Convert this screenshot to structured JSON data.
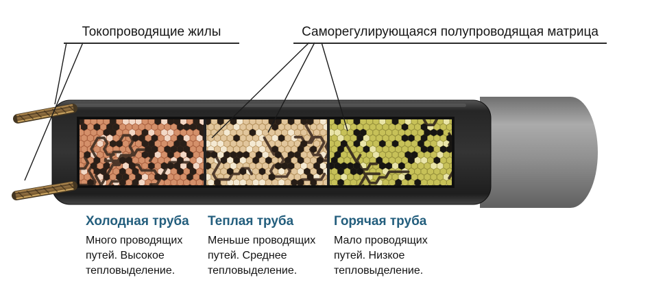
{
  "labels": {
    "cores": "Токопроводящие жилы",
    "matrix": "Саморегулирующаяся полупроводящая матрица"
  },
  "sections": [
    {
      "title": "Холодная труба",
      "desc": "Много проводящих путей. Высокое тепловыделение.",
      "matrix_color": "#d4906a",
      "hex_stroke": "#aa6241",
      "light_hex": "#f2d8c6",
      "dark_hex": "#2a1f18",
      "path_color": "#423024",
      "dark_count": 85,
      "light_count": 55,
      "path_count": 9
    },
    {
      "title": "Теплая труба",
      "desc": "Меньше проводящих путей. Среднее тепловыделение.",
      "matrix_color": "#e2c69c",
      "hex_stroke": "#b6935f",
      "light_hex": "#f4e9d2",
      "dark_hex": "#271d16",
      "path_color": "#453226",
      "dark_count": 52,
      "light_count": 70,
      "path_count": 7
    },
    {
      "title": "Горячая труба",
      "desc": "Мало проводящих путей. Низкое тепловыделение.",
      "matrix_color": "#c7c158",
      "hex_stroke": "#98923c",
      "light_hex": "#e9e4a8",
      "dark_hex": "#171512",
      "path_color": "#352a1e",
      "dark_count": 55,
      "light_count": 50,
      "path_count": 5
    }
  ],
  "colors": {
    "title": "#235e7d",
    "body_text": "#121212",
    "leader_line": "#1a1a1a",
    "jacket": "#2b2b2b",
    "sheath": "#8f8f8f",
    "wire": "#8f6f42"
  }
}
